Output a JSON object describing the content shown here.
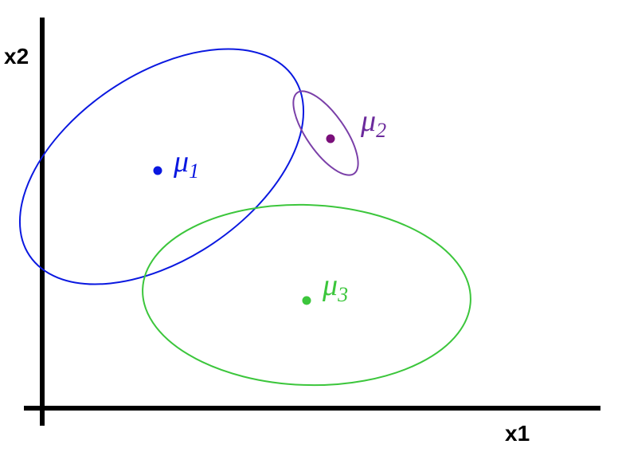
{
  "axes": {
    "x_label": "x1",
    "y_label": "x2"
  },
  "clusters": [
    {
      "id": "1",
      "symbol": "μ",
      "subscript": "1",
      "color": "#0a18e0"
    },
    {
      "id": "2",
      "symbol": "μ",
      "subscript": "2",
      "color": "#6b2a9c"
    },
    {
      "id": "3",
      "symbol": "μ",
      "subscript": "3",
      "color": "#3cc63c"
    }
  ],
  "colors": {
    "axis": "#000000",
    "cluster_1": "#0a18e0",
    "cluster_2_ellipse": "#7a3fa8",
    "cluster_2_point": "#7a0f7a",
    "cluster_3": "#3cc63c"
  }
}
